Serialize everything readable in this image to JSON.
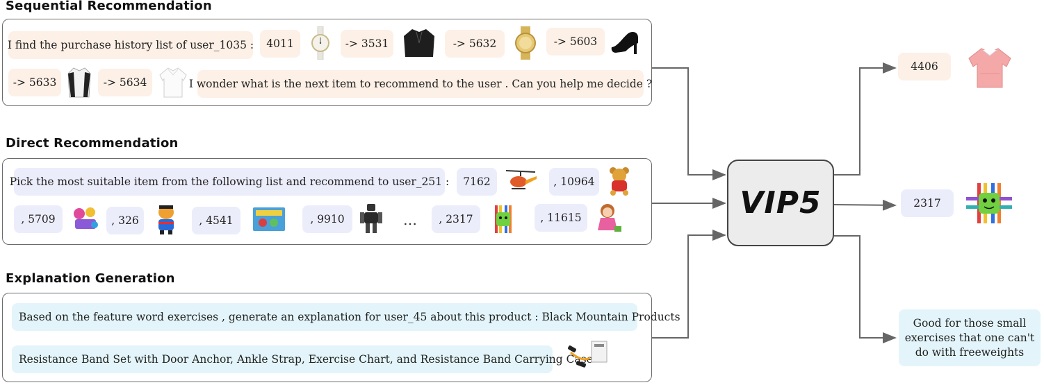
{
  "model": {
    "name": "VIP5"
  },
  "sections": {
    "sequential": {
      "title": "Sequential Recommendation",
      "prompt_start": "I find the purchase history list of user_1035 :",
      "items": [
        "4011",
        "-> 3531",
        "-> 5632",
        "-> 5603",
        "-> 5633",
        "-> 5634"
      ],
      "prompt_end": "I wonder what is the next item to recommend to the user . Can you help me decide ?",
      "output_item": "4406"
    },
    "direct": {
      "title": "Direct Recommendation",
      "prompt": "Pick the most suitable item from the following list and recommend to user_251 :",
      "items": [
        "7162",
        ", 10964",
        ", 5709",
        ", 326",
        ", 4541",
        ", 9910",
        ", 2317",
        ", 11615"
      ],
      "ellipsis": "…",
      "output_item": "2317"
    },
    "explanation": {
      "title": "Explanation Generation",
      "prompt_line1": "Based on the feature word exercises , generate an explanation for user_45 about this product : Black Mountain Products",
      "prompt_line2": "Resistance Band Set with Door Anchor, Ankle Strap, Exercise Chart, and Resistance Band Carrying Case",
      "output_text": "Good for those small exercises that one can't do with freeweights"
    }
  },
  "colors": {
    "sequential_chip": "#fdf0e6",
    "direct_chip": "#ecedfb",
    "explanation_chip": "#e3f5fa",
    "model_fill": "#ececec",
    "connector": "#666666"
  }
}
